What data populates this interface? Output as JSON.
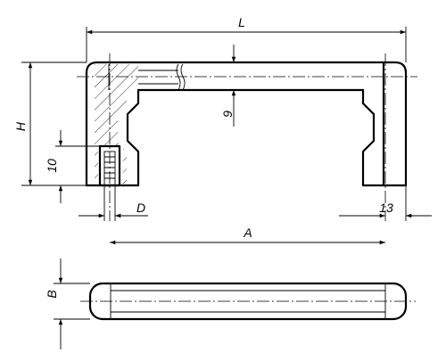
{
  "drawing": {
    "labels": {
      "L": "L",
      "H": "H",
      "nine": "9",
      "ten": "10",
      "D": "D",
      "A": "A",
      "thirteen": "13",
      "B": "B"
    }
  }
}
